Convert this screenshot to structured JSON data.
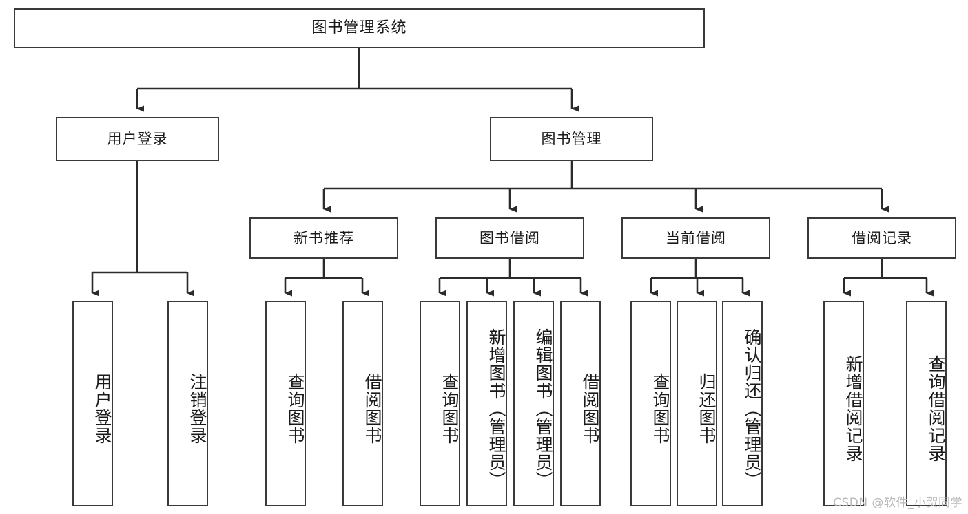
{
  "diagram": {
    "type": "tree-hierarchy-chart",
    "title": "图书管理系统",
    "orientation": "top-down",
    "colors": {
      "box_border": "#3a3a3a",
      "box_fill": "#ffffff",
      "connector": "#2b2b2b",
      "text": "#1a1a1a",
      "watermark": "#b9b9b9"
    },
    "levels": {
      "level1": {
        "label": "图书管理系统"
      },
      "level2": [
        {
          "label": "用户登录"
        },
        {
          "label": "图书管理"
        }
      ],
      "level3": [
        {
          "label": "新书推荐"
        },
        {
          "label": "图书借阅"
        },
        {
          "label": "当前借阅"
        },
        {
          "label": "借阅记录"
        }
      ],
      "level4": {
        "用户登录": [
          {
            "label": "用户登录"
          },
          {
            "label": "注销登录"
          }
        ],
        "新书推荐": [
          {
            "label": "查询图书"
          },
          {
            "label": "借阅图书"
          }
        ],
        "图书借阅": [
          {
            "label": "查询图书"
          },
          {
            "label": "新增图书（管理员）"
          },
          {
            "label": "编辑图书（管理员）"
          },
          {
            "label": "借阅图书"
          }
        ],
        "当前借阅": [
          {
            "label": "查询图书"
          },
          {
            "label": "归还图书"
          },
          {
            "label": "确认归还（管理员）"
          }
        ],
        "借阅记录": [
          {
            "label": "新增借阅记录"
          },
          {
            "label": "查询借阅记录"
          }
        ]
      }
    }
  },
  "watermark": {
    "text": "CSDN @软件_小贺同学"
  }
}
